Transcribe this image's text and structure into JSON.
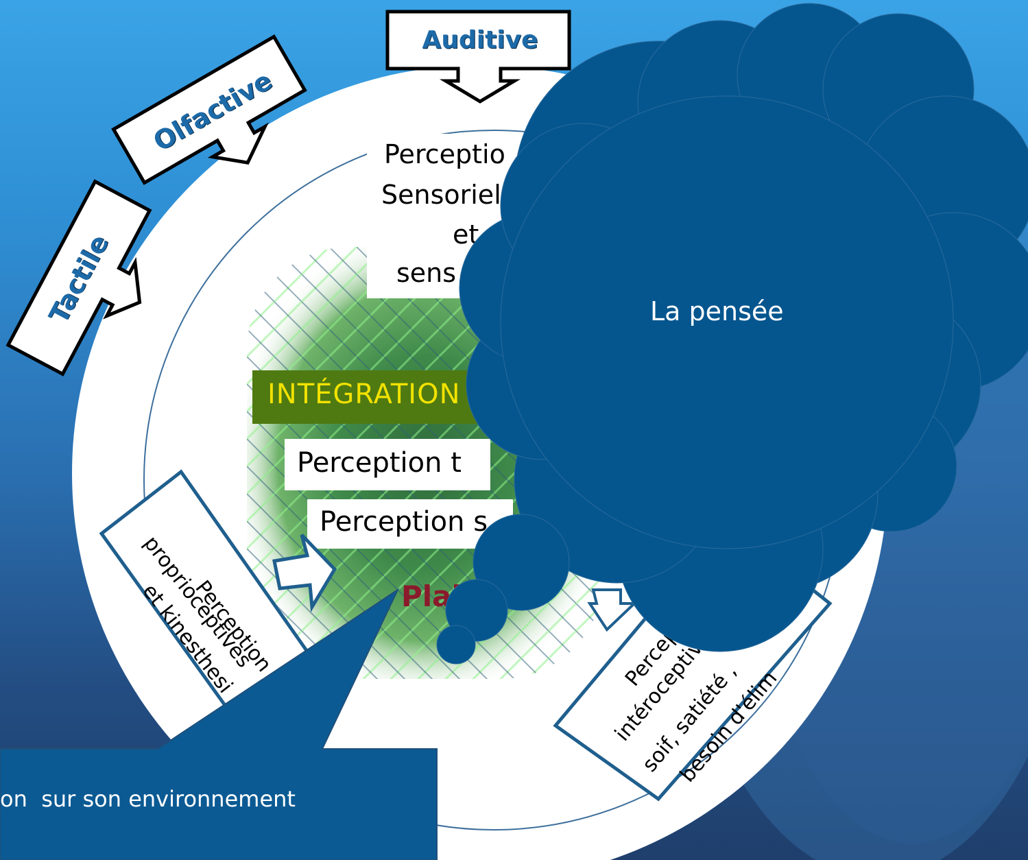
{
  "sense_labels": {
    "auditive": "Auditive",
    "olfactive": "Olfactive",
    "tactile": "Tactile"
  },
  "top_block": {
    "line1": "Perceptio",
    "line2": "Sensoriel",
    "line3": "et",
    "line4": "sens"
  },
  "center": {
    "integration": "INTÉGRATION",
    "perception_t": "Perception t",
    "perception_s": "Perception s",
    "plaisir": "Plais"
  },
  "left_arrow": {
    "line1": "Perception",
    "line2": "proprioceptives",
    "line3": "et kinesthesi"
  },
  "right_arrow": {
    "line1": "Percepti",
    "line2": "intéroceptive",
    "line3": "soif, satiété ,",
    "line4": "besoin d'élim"
  },
  "cloud": {
    "text": "La pensée"
  },
  "callout": {
    "text": "on  sur son environnement"
  },
  "colors": {
    "cloud": "#05568f",
    "callout": "#0b5a93",
    "integration_bg": "#4f7a12",
    "integration_text": "#f2e200",
    "plaisir": "#8b1a2c"
  }
}
